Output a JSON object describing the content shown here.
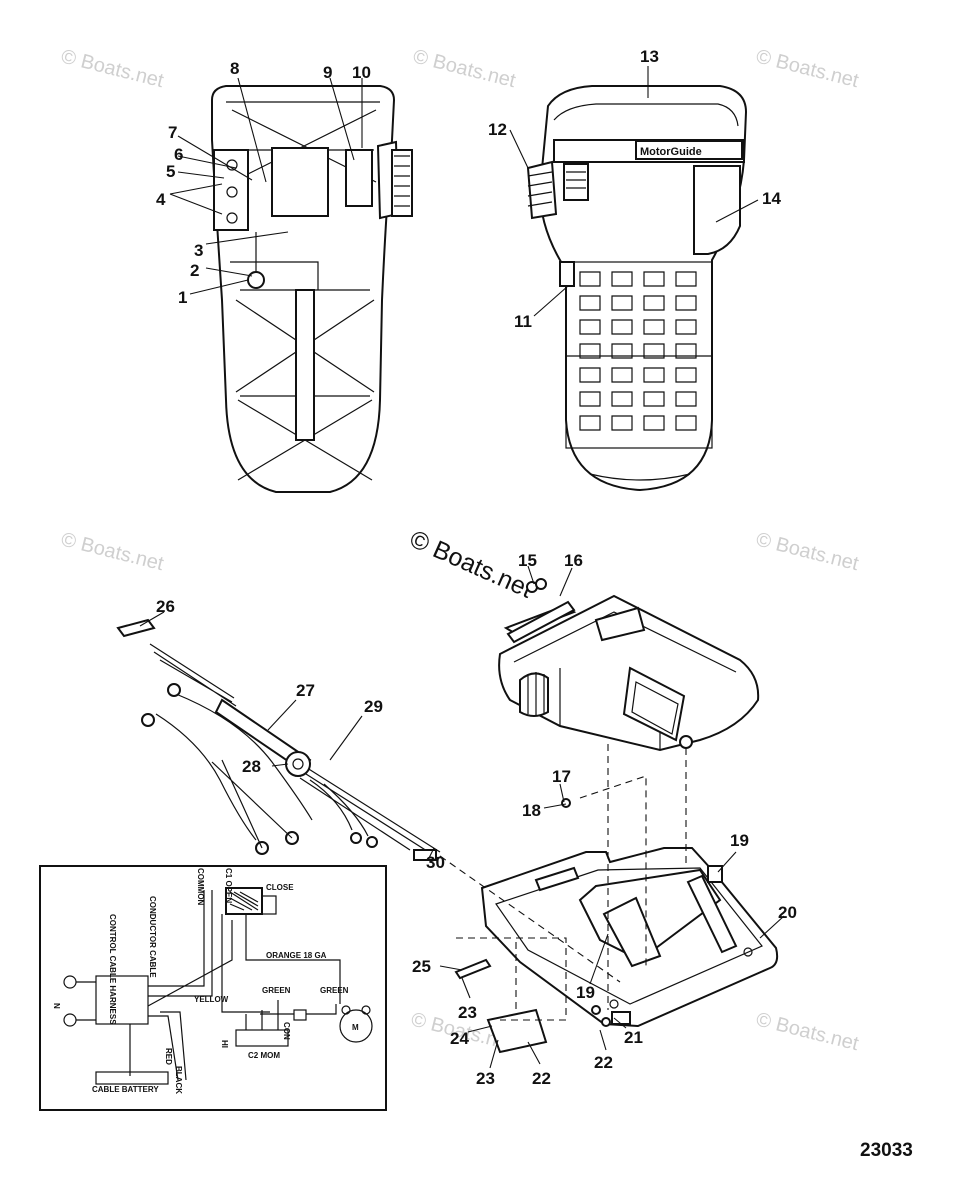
{
  "watermark": {
    "small": "© Boats.net",
    "large": "© Boats.net"
  },
  "brand_label": "MotorGuide",
  "callouts": [
    "1",
    "2",
    "3",
    "4",
    "5",
    "6",
    "7",
    "8",
    "9",
    "10",
    "11",
    "12",
    "13",
    "14",
    "15",
    "16",
    "17",
    "18",
    "19",
    "19",
    "20",
    "21",
    "22",
    "22",
    "23",
    "23",
    "24",
    "25",
    "26",
    "27",
    "28",
    "29",
    "30"
  ],
  "schematic": {
    "labels": {
      "orange": "ORANGE 18 GA",
      "green1": "GREEN",
      "green2": "GREEN",
      "yellow": "YELLOW",
      "red": "RED",
      "black": "BLACK",
      "cable_battery": "CABLE BATTERY",
      "conductor": "CONDUCTOR CABLE",
      "control_harness": "CONTROL CABLE HARNESS",
      "common": "COMMON",
      "c1_open": "C1 OPEN",
      "close": "CLOSE",
      "hi": "HI",
      "c2": "C2 MOM",
      "con": "CON",
      "n": "N",
      "m": "M"
    }
  },
  "figure_number": "23033"
}
